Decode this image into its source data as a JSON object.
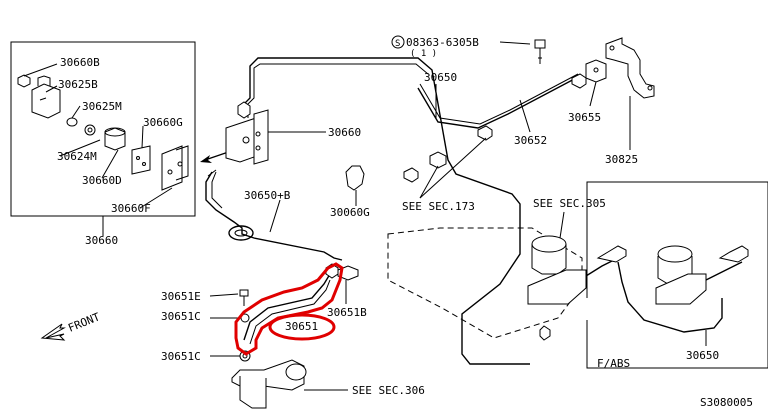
{
  "labels": {
    "p30660B": "30660B",
    "p30625B": "30625B",
    "p30625M": "30625M",
    "p30624M": "30624M",
    "p30660D": "30660D",
    "p30660G": "30660G",
    "p30660F": "30660F",
    "p30660_box": "30660",
    "p30660_main": "30660",
    "p30650B": "30650+B",
    "p30060G": "30060G",
    "bolt_ref": "08363-6305B",
    "bolt_qty": "( 1 )",
    "p30650_top": "30650",
    "p30652": "30652",
    "p30655": "30655",
    "p30825": "30825",
    "see173": "SEE SEC.173",
    "see305": "SEE SEC.305",
    "p30651E": "30651E",
    "p30651C_a": "30651C",
    "p30651C_b": "30651C",
    "p30651": "30651",
    "p30651B": "30651B",
    "front": "FRONT",
    "see306": "SEE SEC.306",
    "fabs": "F/ABS",
    "p30650_abs": "30650",
    "code": "S3080005"
  },
  "highlight_color": "#e00000"
}
